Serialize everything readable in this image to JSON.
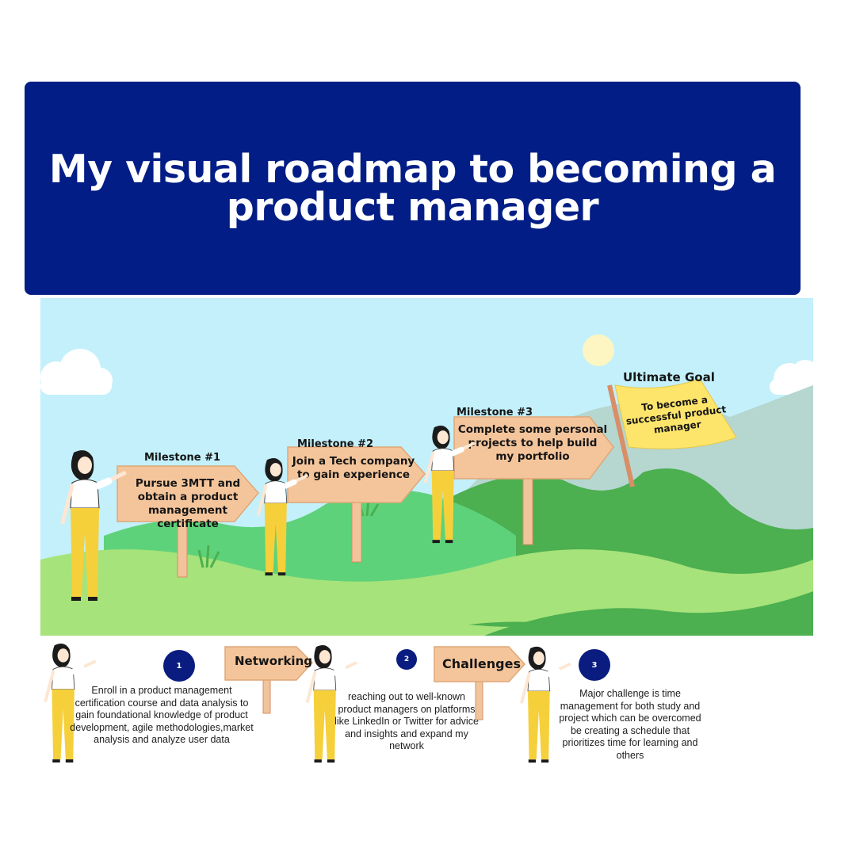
{
  "title": "My visual roadmap to becoming a product manager",
  "milestones": [
    {
      "label": "Milestone #1",
      "text": "Pursue 3MTT and obtain a product management certificate"
    },
    {
      "label": "Milestone #2",
      "text": "Join a Tech company to gain experience"
    },
    {
      "label": "Milestone #3",
      "text": "Complete some personal projects  to help build my portfolio"
    }
  ],
  "goal": {
    "label": "Ultimate Goal",
    "text": "To become a successful product manager"
  },
  "steps": [
    {
      "number": "1",
      "text": "Enroll in a product management certification course and data analysis to gain foundational knowledge of product development, agile methodologies,market analysis and analyze user data"
    },
    {
      "number": "2",
      "sign": "Networking",
      "text": "reaching out to well-known product managers on platforms like LinkedIn or Twitter for advice and insights and expand my network"
    },
    {
      "number": "3",
      "sign": "Challenges",
      "text": "Major challenge is time management for both study and project which can be overcomed be creating a schedule that prioritizes time for learning and others"
    }
  ],
  "colors": {
    "banner": "#021d85",
    "sky": "#c3f0fb",
    "sign": "#f4c59b",
    "flag": "#fde56b",
    "hill_dark": "#4caf50",
    "hill_light": "#a6e37a",
    "pants": "#f5d03b",
    "badge": "#0a1c80"
  }
}
